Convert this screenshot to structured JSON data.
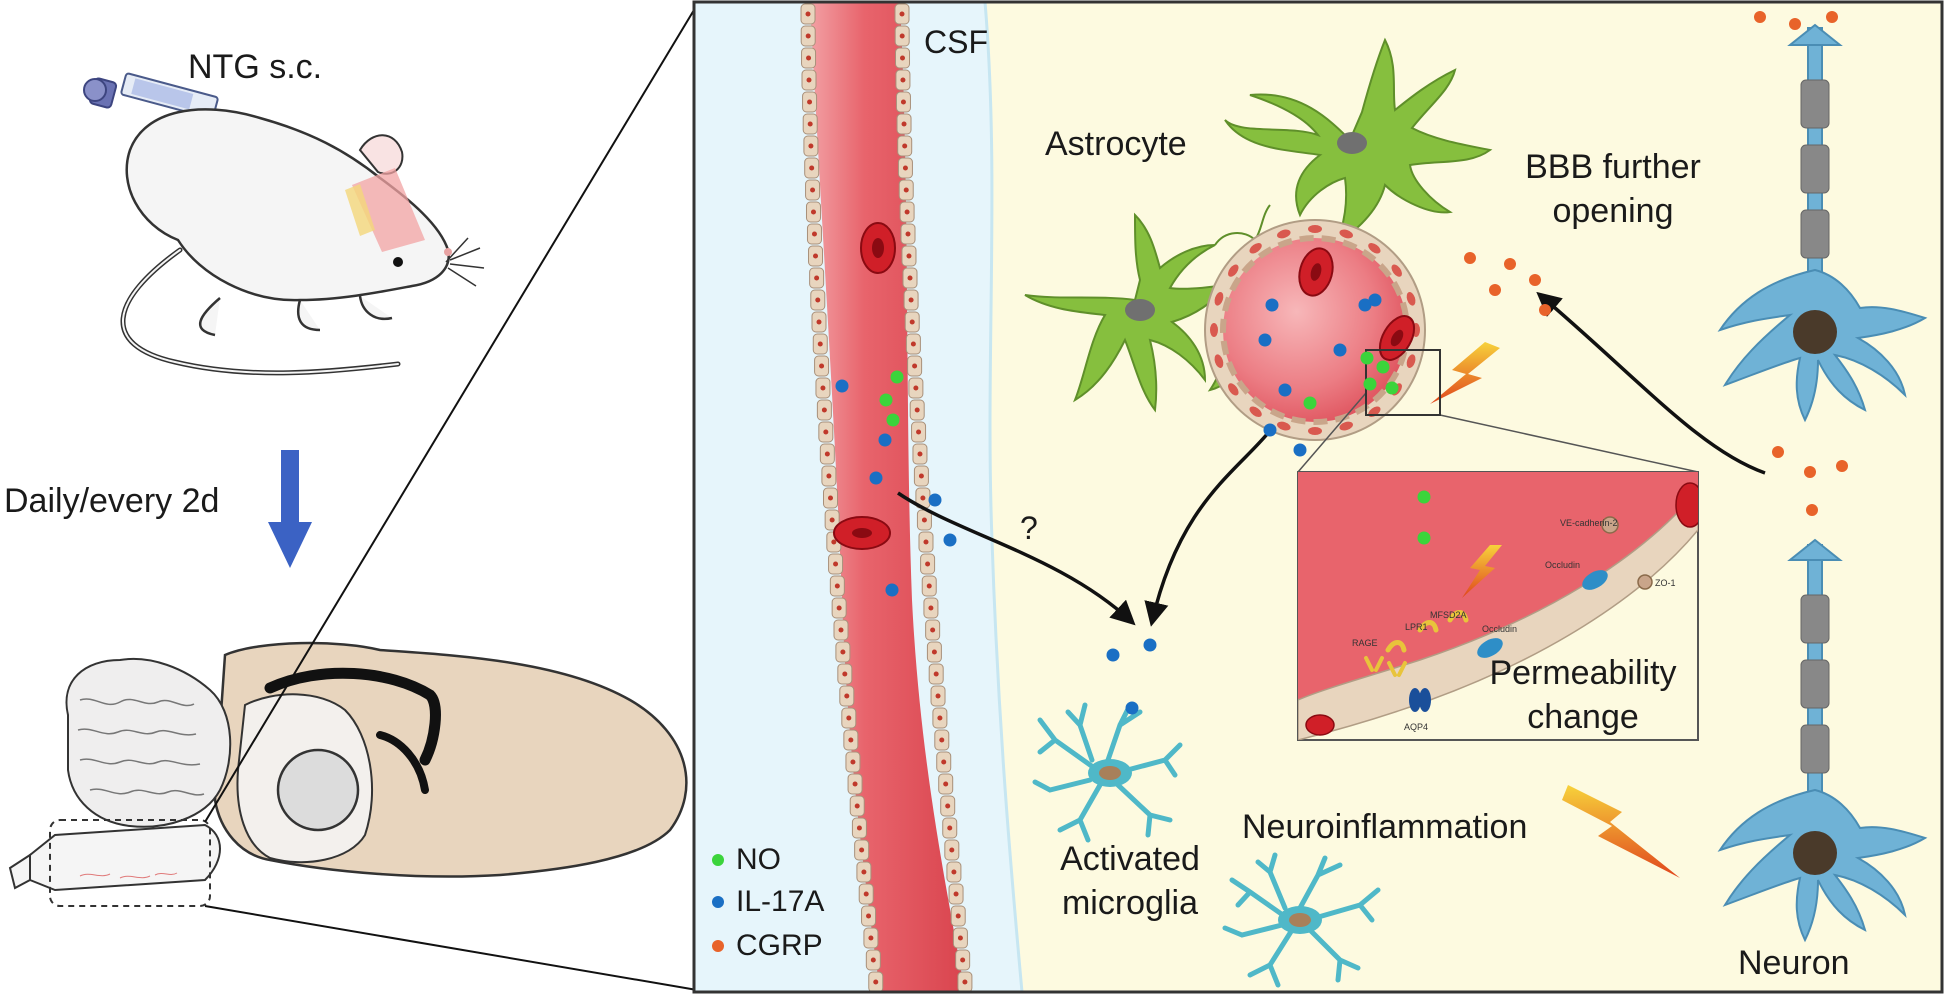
{
  "left_panel": {
    "injection_label": "NTG s.c.",
    "schedule_label": "Daily/every  2d"
  },
  "detail_panel": {
    "csf_label": "CSF",
    "astrocyte_label": "Astrocyte",
    "bbb_label_line1": "BBB further",
    "bbb_label_line2": "opening",
    "question_mark": "?",
    "microglia_label_line1": "Activated",
    "microglia_label_line2": "microglia",
    "neuroinflammation_label": "Neuroinflammation",
    "neuron_label": "Neuron"
  },
  "inset": {
    "permeability_line1": "Permeability",
    "permeability_line2": "change",
    "markers": {
      "ve_cadherin": "VE-cadherin-2",
      "occludin_top": "Occludin",
      "zo1": "ZO-1",
      "occludin_bottom": "Occludin",
      "mfsd2a": "MFSD2A",
      "lpr1": "LPR1",
      "rage": "RAGE",
      "aqp4": "AQP4"
    }
  },
  "legend": [
    {
      "label": "NO",
      "color": "#3bd43b"
    },
    {
      "label": "IL-17A",
      "color": "#1a6fc4"
    },
    {
      "label": "CGRP",
      "color": "#e8632a"
    }
  ],
  "colors": {
    "vessel": "#e8626a",
    "vessel_light": "#f4a3a5",
    "endothelial": "#e8d5be",
    "csf": "#e6f5fb",
    "parenchyma": "#fdfae0",
    "astrocyte": "#86bf3e",
    "neuron": "#6fb2d6",
    "microglia": "#4fb8c8",
    "arrow_blue": "#3b62c4",
    "rbc": "#d01f28"
  }
}
